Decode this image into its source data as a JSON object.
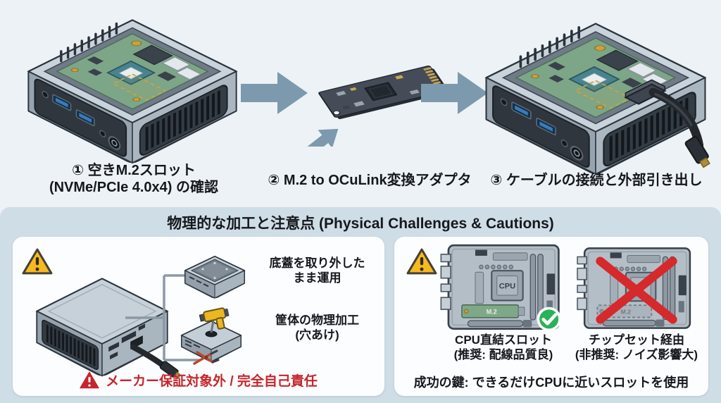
{
  "colors": {
    "top_bg": "#edf2f6",
    "bottom_bg": "#cfdde6",
    "panel_bg": "#fbfdfe",
    "arrow": "#7d99ad",
    "text": "#15181c",
    "warning_red": "#c6252c",
    "warning_yellow": "#f7ba1e",
    "check_green": "#29b257",
    "pcb_green": "#7da587"
  },
  "steps": [
    {
      "caption": "① 空きM.2スロット\n(NVMe/PCIe 4.0x4) の確認"
    },
    {
      "caption": "② M.2 to OCuLink変換アダプタ"
    },
    {
      "caption": "③ ケーブルの接続と外部引き出し"
    }
  ],
  "cautions": {
    "title": "物理的な加工と注意点 (Physical Challenges & Cautions)",
    "left": {
      "option_top": "底蓋を取り外した\nまま運用",
      "option_bottom": "筐体の物理加工\n(穴あけ)",
      "warning": "メーカー保証対象外 / 完全自己責任"
    },
    "right": {
      "good": "CPU直結スロット\n(推奨: 配線品質良)",
      "bad": "チップセット経由\n(非推奨: ノイズ影響大)",
      "key": "成功の鍵: できるだけCPUに近いスロットを使用",
      "cpu": "CPU",
      "m2": "M.2"
    }
  }
}
